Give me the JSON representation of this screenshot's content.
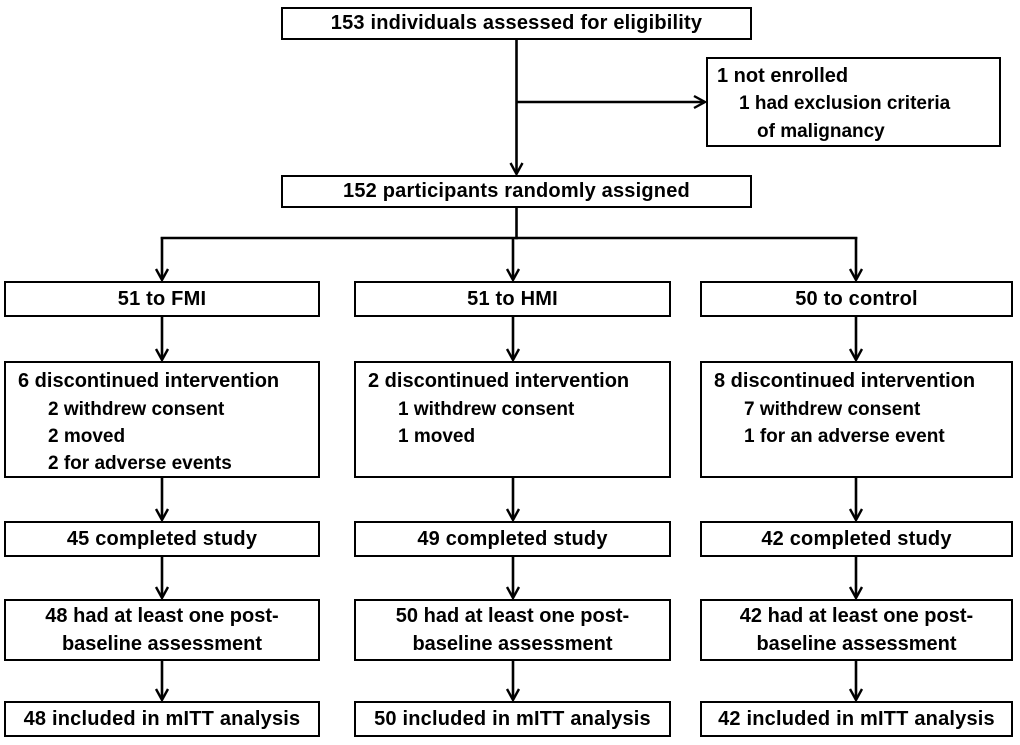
{
  "flow": {
    "eligibility": "153 individuals assessed for eligibility",
    "not_enrolled": {
      "title": "1 not enrolled",
      "reason": "1 had exclusion criteria",
      "reason_continued": "of malignancy"
    },
    "randomized": "152 participants randomly assigned",
    "arms": [
      {
        "id": "fmi",
        "assigned": "51 to FMI",
        "discontinued_title": "6 discontinued intervention",
        "reasons": [
          "2 withdrew consent",
          "2 moved",
          "2 for adverse events"
        ],
        "completed": "45 completed study",
        "post_baseline_line1": "48 had at least one post-",
        "post_baseline_line2": "baseline assessment",
        "mitt": "48 included in mITT analysis"
      },
      {
        "id": "hmi",
        "assigned": "51 to HMI",
        "discontinued_title": "2 discontinued intervention",
        "reasons": [
          "1 withdrew consent",
          "1 moved"
        ],
        "completed": "49 completed study",
        "post_baseline_line1": "50 had at least one post-",
        "post_baseline_line2": "baseline assessment",
        "mitt": "50 included in mITT analysis"
      },
      {
        "id": "control",
        "assigned": "50 to control",
        "discontinued_title": "8 discontinued intervention",
        "reasons": [
          "7 withdrew consent",
          "1 for an adverse event"
        ],
        "completed": "42 completed study",
        "post_baseline_line1": "42 had at least one post-",
        "post_baseline_line2": "baseline assessment",
        "mitt": "42 included in mITT analysis"
      }
    ],
    "colors": {
      "line": "#000000",
      "box_border": "#000000",
      "box_fill": "#ffffff",
      "text": "#000000",
      "background": "#ffffff"
    }
  }
}
